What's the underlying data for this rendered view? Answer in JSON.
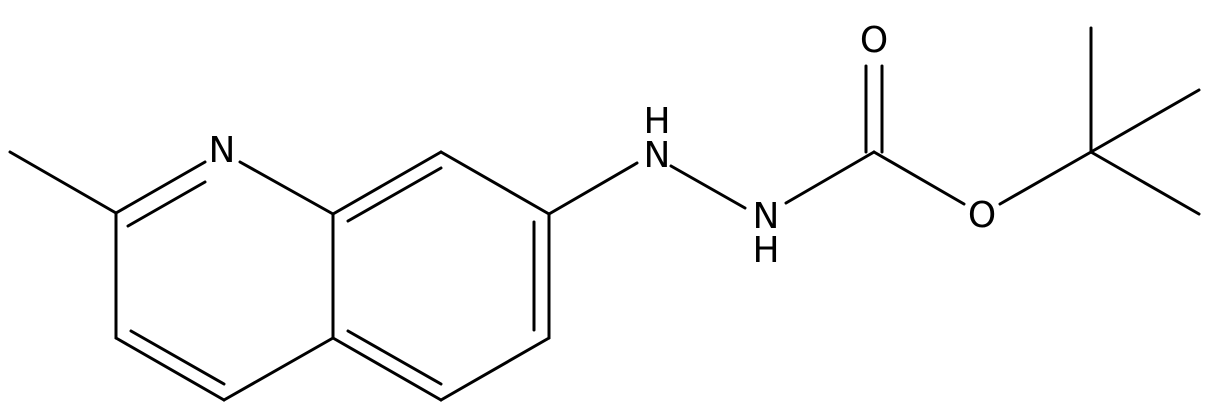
{
  "atoms": {
    "ring_nitrogen": "N",
    "hydrazine_nh_upper": {
      "h": "H",
      "n": "N"
    },
    "hydrazine_nh_lower": {
      "n": "N",
      "h": "H"
    },
    "carbonyl_oxygen": "O",
    "ester_oxygen": "O"
  },
  "colors": {
    "bond": "#000000",
    "label": "#000000",
    "background": "#ffffff"
  }
}
